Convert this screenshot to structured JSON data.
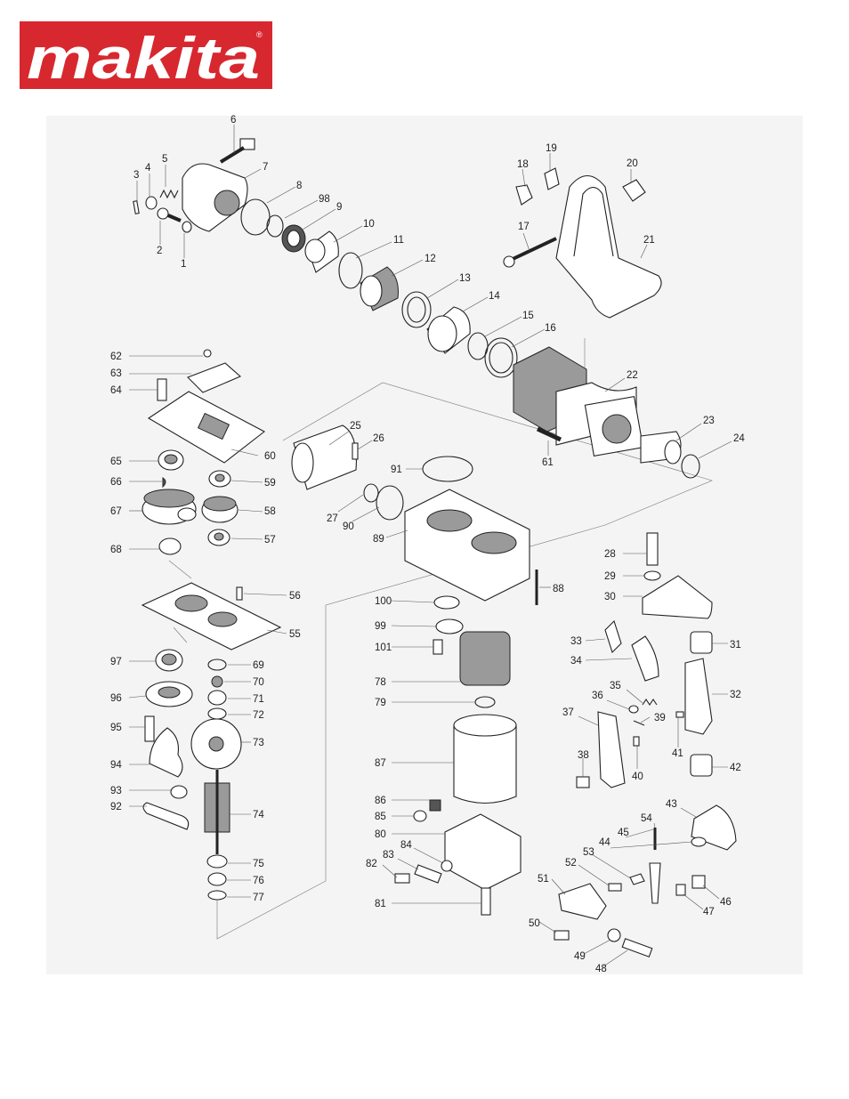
{
  "brand": {
    "name": "makita",
    "registered_mark": "®",
    "color": "#d7282f",
    "text_color": "#ffffff"
  },
  "diagram": {
    "background_panel": "#f4f4f4",
    "callouts": [
      "1",
      "2",
      "3",
      "4",
      "5",
      "6",
      "7",
      "8",
      "9",
      "10",
      "11",
      "12",
      "13",
      "14",
      "15",
      "16",
      "17",
      "18",
      "19",
      "20",
      "21",
      "22",
      "23",
      "24",
      "25",
      "26",
      "27",
      "28",
      "29",
      "30",
      "31",
      "32",
      "33",
      "34",
      "35",
      "36",
      "37",
      "38",
      "39",
      "40",
      "41",
      "42",
      "43",
      "44",
      "45",
      "46",
      "47",
      "48",
      "49",
      "50",
      "51",
      "52",
      "53",
      "54",
      "55",
      "56",
      "57",
      "58",
      "59",
      "60",
      "61",
      "62",
      "63",
      "64",
      "65",
      "66",
      "67",
      "68",
      "69",
      "70",
      "71",
      "72",
      "73",
      "74",
      "75",
      "76",
      "77",
      "78",
      "79",
      "80",
      "81",
      "82",
      "83",
      "84",
      "85",
      "86",
      "87",
      "88",
      "89",
      "90",
      "91",
      "92",
      "93",
      "94",
      "95",
      "96",
      "97",
      "98",
      "99",
      "100",
      "101"
    ]
  }
}
